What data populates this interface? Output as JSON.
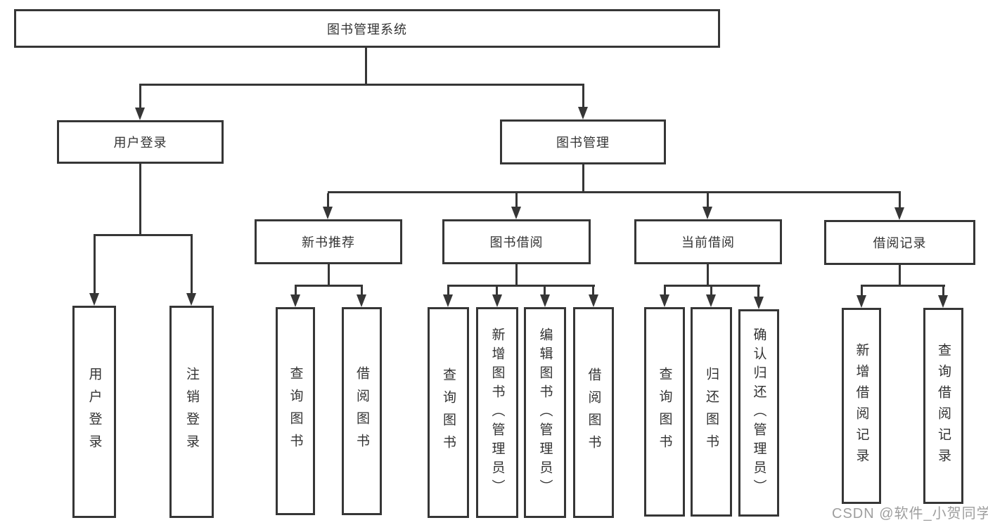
{
  "diagram": {
    "title_node": "图书管理系统",
    "tree": {
      "root": "图书管理系统",
      "branches": [
        {
          "label": "用户登录",
          "leaves": [
            "用户登录",
            "注销登录"
          ]
        },
        {
          "label": "图书管理",
          "groups": [
            {
              "label": "新书推荐",
              "leaves": [
                "查询图书",
                "借阅图书"
              ]
            },
            {
              "label": "图书借阅",
              "leaves": [
                "查询图书",
                "新增图书（管理员）",
                "编辑图书（管理员）",
                "借阅图书"
              ]
            },
            {
              "label": "当前借阅",
              "leaves": [
                "查询图书",
                "归还图书",
                "确认归还（管理员）"
              ]
            },
            {
              "label": "借阅记录",
              "leaves": [
                "新增借阅记录",
                "查询借阅记录"
              ]
            }
          ]
        }
      ]
    },
    "colors": {
      "line": "#363636",
      "text": "#333333",
      "background": "#ffffff",
      "watermark": "#9e9e9e"
    }
  },
  "watermark": {
    "text": "CSDN @软件_小贺同学"
  }
}
